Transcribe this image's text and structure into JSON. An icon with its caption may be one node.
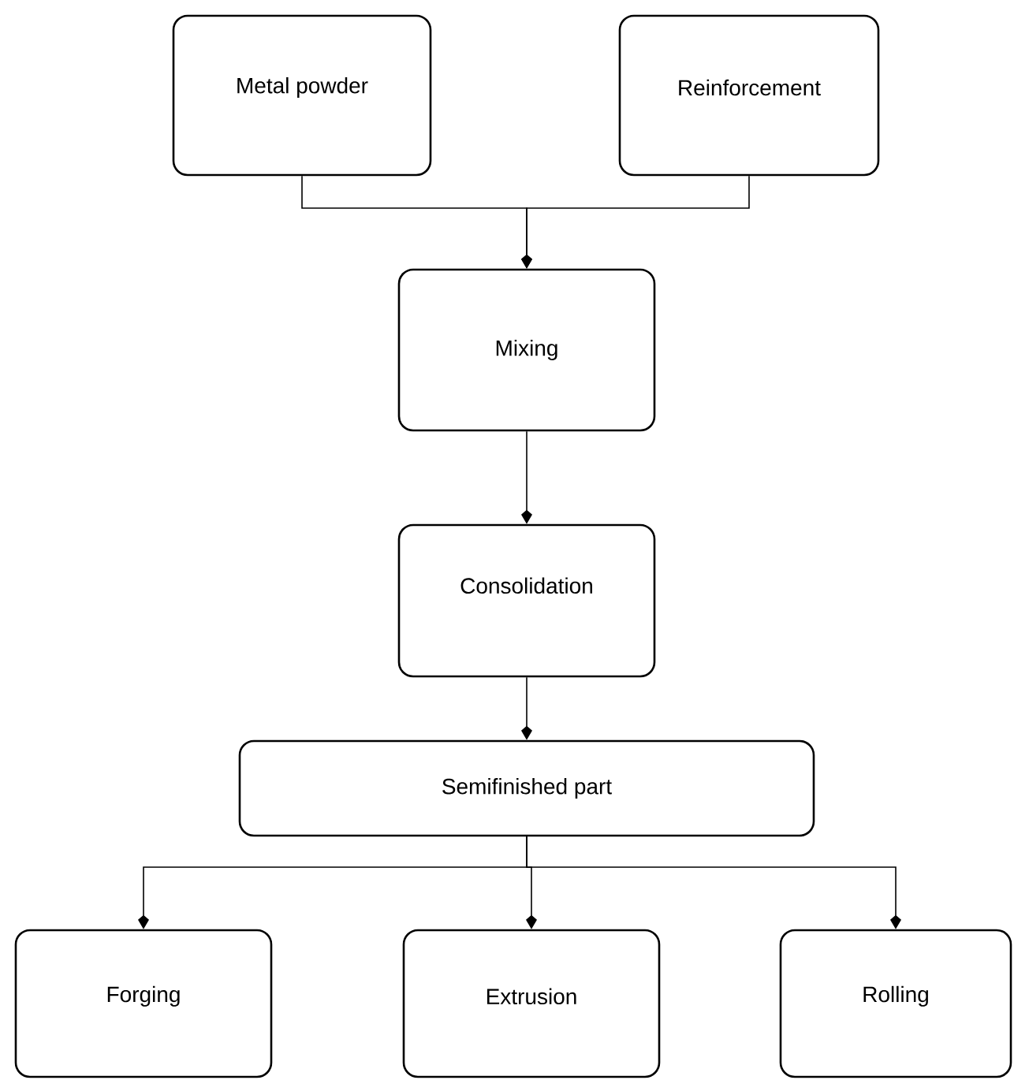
{
  "diagram": {
    "nodes": [
      {
        "text": [
          "Metal powder"
        ]
      },
      {
        "text": [
          "Reinforcement"
        ]
      },
      {
        "text": [
          "Mixing"
        ]
      },
      {
        "text": [
          "Consolidation"
        ]
      },
      {
        "text": [
          "Semifinished part"
        ]
      },
      {
        "text": [
          "Forging"
        ]
      },
      {
        "text": [
          "Extrusion"
        ]
      },
      {
        "text": [
          "Rolling"
        ]
      }
    ],
    "edges": [
      {
        "from": 0,
        "to": 2,
        "arrow": "to"
      },
      {
        "from": 1,
        "to": 2,
        "arrow": "to"
      },
      {
        "from": 2,
        "to": 3,
        "arrow": "to"
      },
      {
        "from": 3,
        "to": 4,
        "arrow": "to"
      },
      {
        "from": 4,
        "to": 5,
        "arrow": "to"
      },
      {
        "from": 4,
        "to": 6,
        "arrow": "to"
      },
      {
        "from": 4,
        "to": 7,
        "arrow": "to"
      }
    ]
  }
}
